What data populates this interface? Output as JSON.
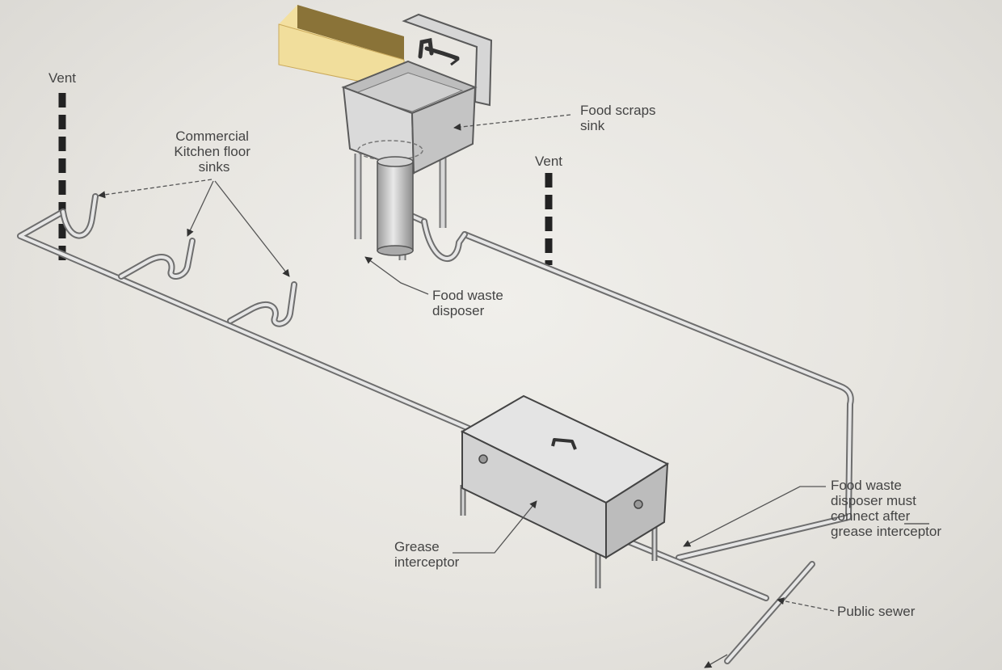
{
  "labels": {
    "vent_left": "Vent",
    "vent_right": "Vent",
    "floor_sinks": [
      "Commercial",
      "Kitchen floor",
      "sinks"
    ],
    "food_scraps_sink": [
      "Food scraps",
      "sink"
    ],
    "food_waste_disposer": [
      "Food waste",
      "disposer"
    ],
    "grease_interceptor": [
      "Grease",
      "interceptor"
    ],
    "disposer_note": [
      "Food waste",
      "disposer must",
      "connect after",
      "grease interceptor"
    ],
    "public_sewer": "Public sewer"
  },
  "colors": {
    "background": "#e7e5e0",
    "pipe": "#6e6e6e",
    "vent": "#222222",
    "counter": "#f3e0a0",
    "counter_edge": "#8a7338",
    "steel": "#dcdcdc"
  }
}
